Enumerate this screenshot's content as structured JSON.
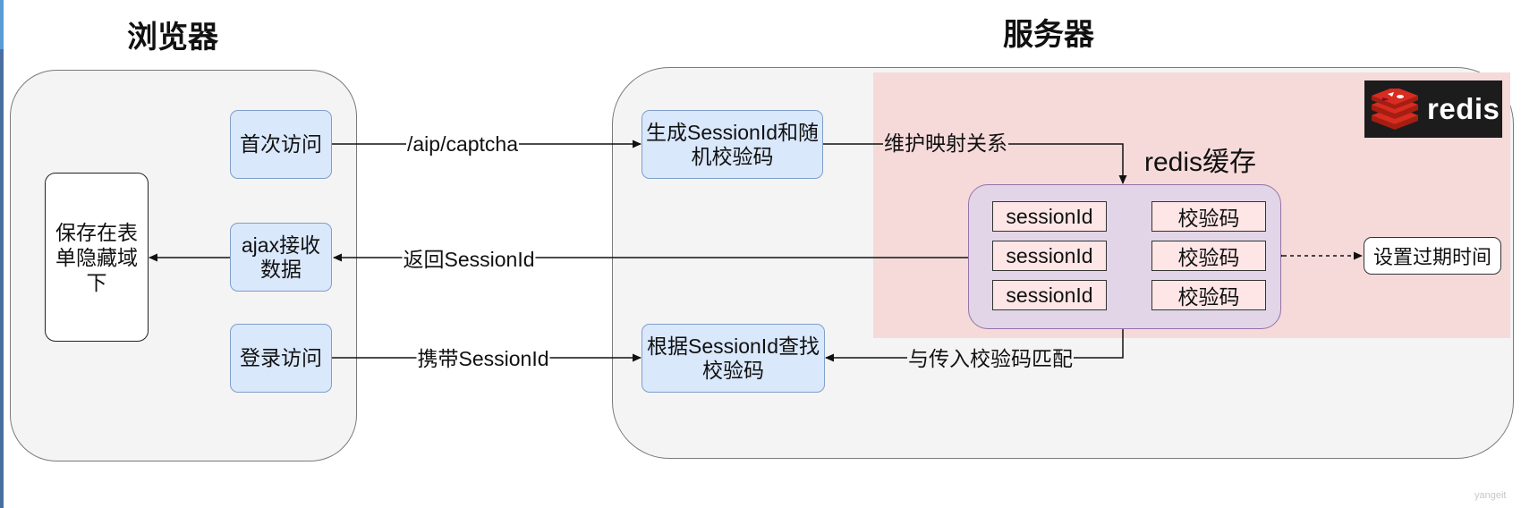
{
  "titles": {
    "browser": "浏览器",
    "server": "服务器"
  },
  "browser": {
    "first_visit": "首次访问",
    "ajax_receive": "ajax接收数据",
    "login_visit": "登录访问",
    "save_hidden": "保存在表单隐藏域下"
  },
  "server": {
    "generate": "生成SessionId和随机校验码",
    "lookup": "根据SessionId查找校验码"
  },
  "edges": {
    "captcha_path": "/aip/captcha",
    "return_session": "返回SessionId",
    "carry_session": "携带SessionId",
    "maintain_mapping": "维护映射关系",
    "match_code": "与传入校验码匹配"
  },
  "redis": {
    "cache_label": "redis缓存",
    "logo_text": "redis",
    "expire": "设置过期时间",
    "entries": [
      {
        "key": "sessionId",
        "value": "校验码"
      },
      {
        "key": "sessionId",
        "value": "校验码"
      },
      {
        "key": "sessionId",
        "value": "校验码"
      }
    ]
  },
  "colors": {
    "panel_fill": "#f4f4f4",
    "box_fill": "#dae8fc",
    "box_border": "#7f9fc9",
    "redis_zone": "#f6dada",
    "cache_fill": "#e1d5e7",
    "cache_border": "#9673a6",
    "kv_fill": "#ffe6e6",
    "redis_red": "#d82c20"
  },
  "watermark": "yangeit"
}
